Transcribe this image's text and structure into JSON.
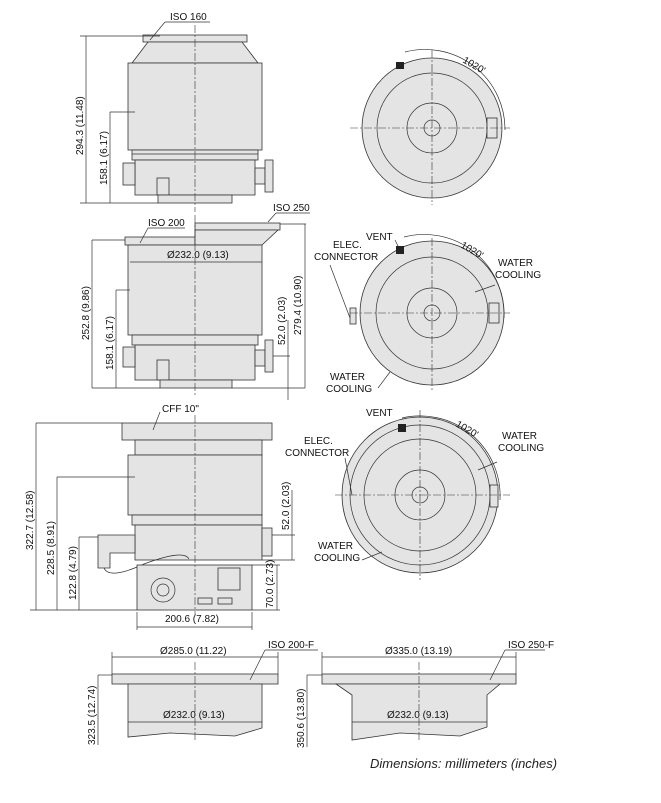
{
  "view1": {
    "flange": "ISO 160",
    "height_total": "294.3 (11.48)",
    "height_port": "158.1 (6.17)"
  },
  "view2": {
    "flange_left": "ISO 200",
    "flange_right": "ISO 250",
    "diameter": "Ø232.0 (9.13)",
    "height_left": "252.8 (9.86)",
    "height_port": "158.1 (6.17)",
    "height_side": "52.0 (2.03)",
    "height_right": "279.4 (10.90)"
  },
  "view3": {
    "flange": "CFF 10\"",
    "height_total": "322.7 (12.58)",
    "height_mid": "228.5 (8.91)",
    "height_conn": "122.8 (4.79)",
    "height_side": "52.0 (2.03)",
    "height_box": "70.0 (2.73)",
    "width_box": "200.6 (7.82)"
  },
  "top_views": [
    {
      "angle": "1020'"
    },
    {
      "angle": "1020'",
      "vent": "VENT",
      "elec1": "ELEC.",
      "elec2": "CONNECTOR",
      "water1": "WATER",
      "water2": "COOLING",
      "water3": "WATER",
      "water4": "COOLING"
    },
    {
      "angle": "1020'",
      "vent": "VENT",
      "elec1": "ELEC.",
      "elec2": "CONNECTOR",
      "water1": "WATER",
      "water2": "COOLING",
      "water3": "WATER",
      "water4": "COOLING"
    }
  ],
  "flange_left": {
    "label": "ISO 200-F",
    "outer": "Ø285.0 (11.22)",
    "inner": "Ø232.0 (9.13)",
    "height": "323.5 (12.74)"
  },
  "flange_right": {
    "label": "ISO 250-F",
    "outer": "Ø335.0 (13.19)",
    "inner": "Ø232.0 (9.13)",
    "height": "350.6 (13.80)"
  },
  "caption": "Dimensions: millimeters (inches)"
}
